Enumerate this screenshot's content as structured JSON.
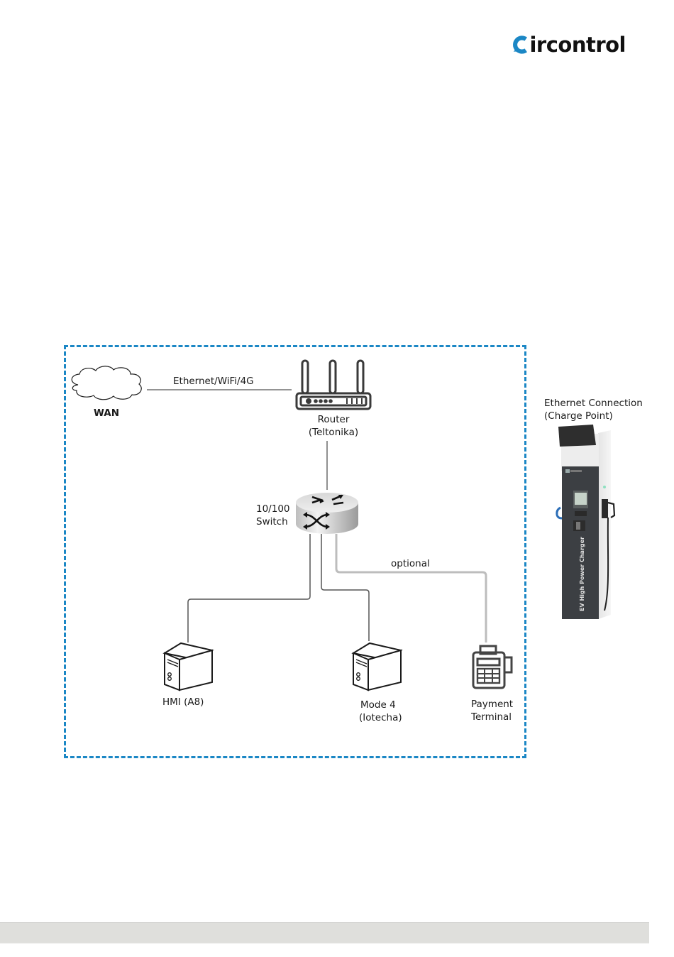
{
  "header": {
    "logo_text": "ircontrol",
    "brand": "circontrol",
    "logo_accent": "#1b87c5"
  },
  "diagram": {
    "boundary_color": "#1b87c5",
    "nodes": {
      "wan": {
        "label": "WAN",
        "icon": "cloud-icon"
      },
      "router": {
        "label_line1": "Router",
        "label_line2": "(Teltonika)",
        "icon": "router-icon"
      },
      "switch": {
        "label_line1": "10/100",
        "label_line2": "Switch",
        "icon": "network-switch-icon"
      },
      "hmi": {
        "label": "HMI (A8)",
        "icon": "server-icon"
      },
      "mode4": {
        "label_line1": "Mode 4",
        "label_line2": "(Iotecha)",
        "icon": "server-icon"
      },
      "payment": {
        "label_line1": "Payment",
        "label_line2": "Terminal",
        "icon": "payment-terminal-icon"
      },
      "charger": {
        "label_line1": "Ethernet Connection",
        "label_line2": "(Charge Point)",
        "icon": "ev-charger-image",
        "device_text": "EV High Power Charger"
      }
    },
    "links": {
      "wan_router": "Ethernet/WiFi/4G",
      "switch_payment": "optional"
    }
  },
  "footer": {
    "bar_color": "#dfdfdc"
  }
}
